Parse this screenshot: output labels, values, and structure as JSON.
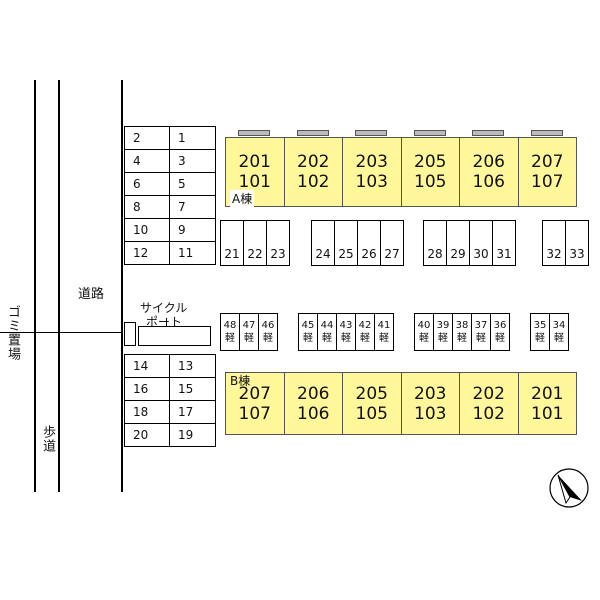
{
  "labels": {
    "road": "道路",
    "sidewalk": "歩道",
    "garbage": "ゴミ置場",
    "cycle_port_1": "サイクル",
    "cycle_port_2": "ポート",
    "building_a": "A棟",
    "building_b": "B棟",
    "kei": "軽"
  },
  "building_a_units": [
    {
      "upper": "201",
      "lower": "101"
    },
    {
      "upper": "202",
      "lower": "102"
    },
    {
      "upper": "203",
      "lower": "103"
    },
    {
      "upper": "205",
      "lower": "105"
    },
    {
      "upper": "206",
      "lower": "106"
    },
    {
      "upper": "207",
      "lower": "107"
    }
  ],
  "building_b_units": [
    {
      "upper": "207",
      "lower": "107"
    },
    {
      "upper": "206",
      "lower": "106"
    },
    {
      "upper": "205",
      "lower": "105"
    },
    {
      "upper": "203",
      "lower": "103"
    },
    {
      "upper": "202",
      "lower": "102"
    },
    {
      "upper": "201",
      "lower": "101"
    }
  ],
  "left_parking_upper": [
    [
      "2",
      "1"
    ],
    [
      "4",
      "3"
    ],
    [
      "6",
      "5"
    ],
    [
      "8",
      "7"
    ],
    [
      "10",
      "9"
    ],
    [
      "12",
      "11"
    ]
  ],
  "left_parking_lower": [
    [
      "14",
      "13"
    ],
    [
      "16",
      "15"
    ],
    [
      "18",
      "17"
    ],
    [
      "20",
      "19"
    ]
  ],
  "middle_parking_groups": [
    [
      "21",
      "22",
      "23"
    ],
    [
      "24",
      "25",
      "26",
      "27"
    ],
    [
      "28",
      "29",
      "30",
      "31"
    ],
    [
      "32",
      "33"
    ]
  ],
  "kei_parking_groups": [
    [
      "48",
      "47",
      "46"
    ],
    [
      "45",
      "44",
      "43",
      "42",
      "41"
    ],
    [
      "40",
      "39",
      "38",
      "37",
      "36"
    ],
    [
      "35",
      "34"
    ]
  ],
  "compass": "north-arrow-icon"
}
